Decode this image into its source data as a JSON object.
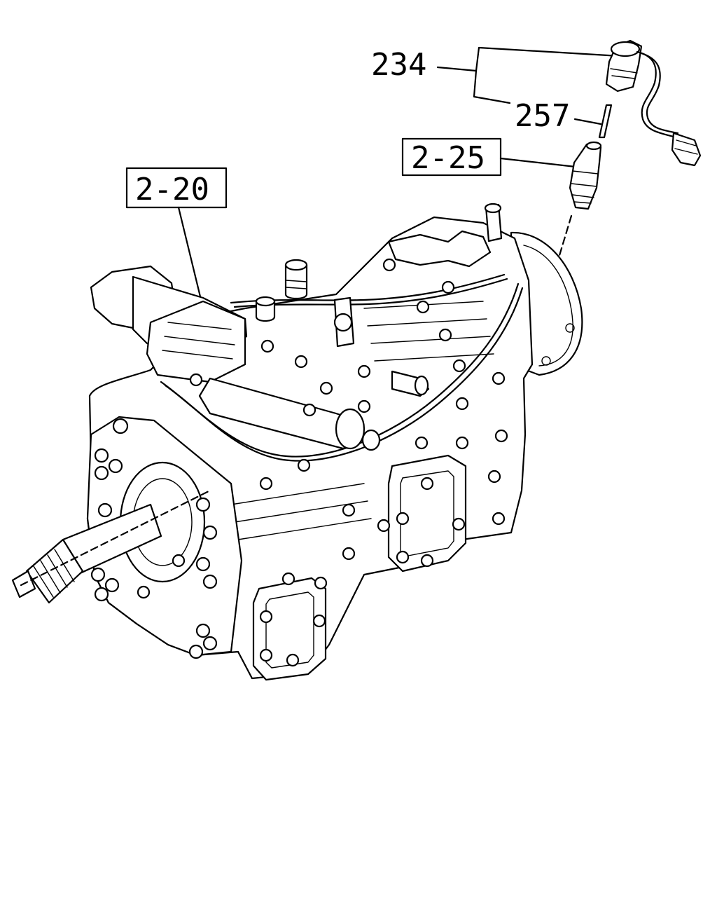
{
  "callouts": {
    "c234": "234",
    "c257": "257",
    "c225": "2-25",
    "c220": "2-20"
  },
  "colors": {
    "ink": "#000000",
    "paper": "#ffffff"
  }
}
